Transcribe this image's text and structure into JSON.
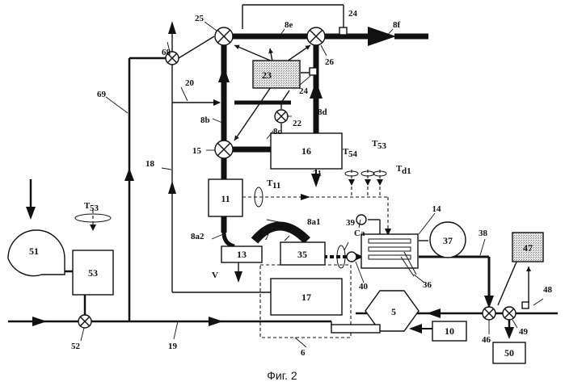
{
  "caption": "Фиг. 2",
  "boxes": {
    "b5": "5",
    "b10": "10",
    "b11": "11",
    "b13": "13",
    "b14": "14",
    "b16": "16",
    "b17": "17",
    "b23": "23",
    "b35": "35",
    "b37": "37",
    "b47": "47",
    "b50": "50",
    "b51": "51",
    "b53": "53"
  },
  "labels": {
    "l6": "6",
    "l7": "7",
    "l8a1": "8a1",
    "l8a2": "8a2",
    "l8b": "8b",
    "l8c": "8c",
    "l8d": "8d",
    "l8e": "8e",
    "l8f": "8f",
    "l15": "15",
    "l18": "18",
    "l19": "19",
    "l20": "20",
    "l21": "21",
    "l22": "22",
    "l24a": "24",
    "l24b": "24",
    "l25": "25",
    "l26": "26",
    "l36": "36",
    "l38": "38",
    "l39": "39",
    "l40": "40",
    "l46": "46",
    "l48": "48",
    "l49": "49",
    "l52": "52",
    "l68": "68",
    "l69": "69",
    "lV": "V",
    "lCa": "Ca",
    "lT53a": "T",
    "lT53a_sub": "53",
    "lT53b": "T",
    "lT53b_sub": "53",
    "lT54": "T",
    "lT54_sub": "54",
    "lT11": "T",
    "lT11_sub": "11",
    "lTd1": "T",
    "lTd1_sub": "d1"
  }
}
